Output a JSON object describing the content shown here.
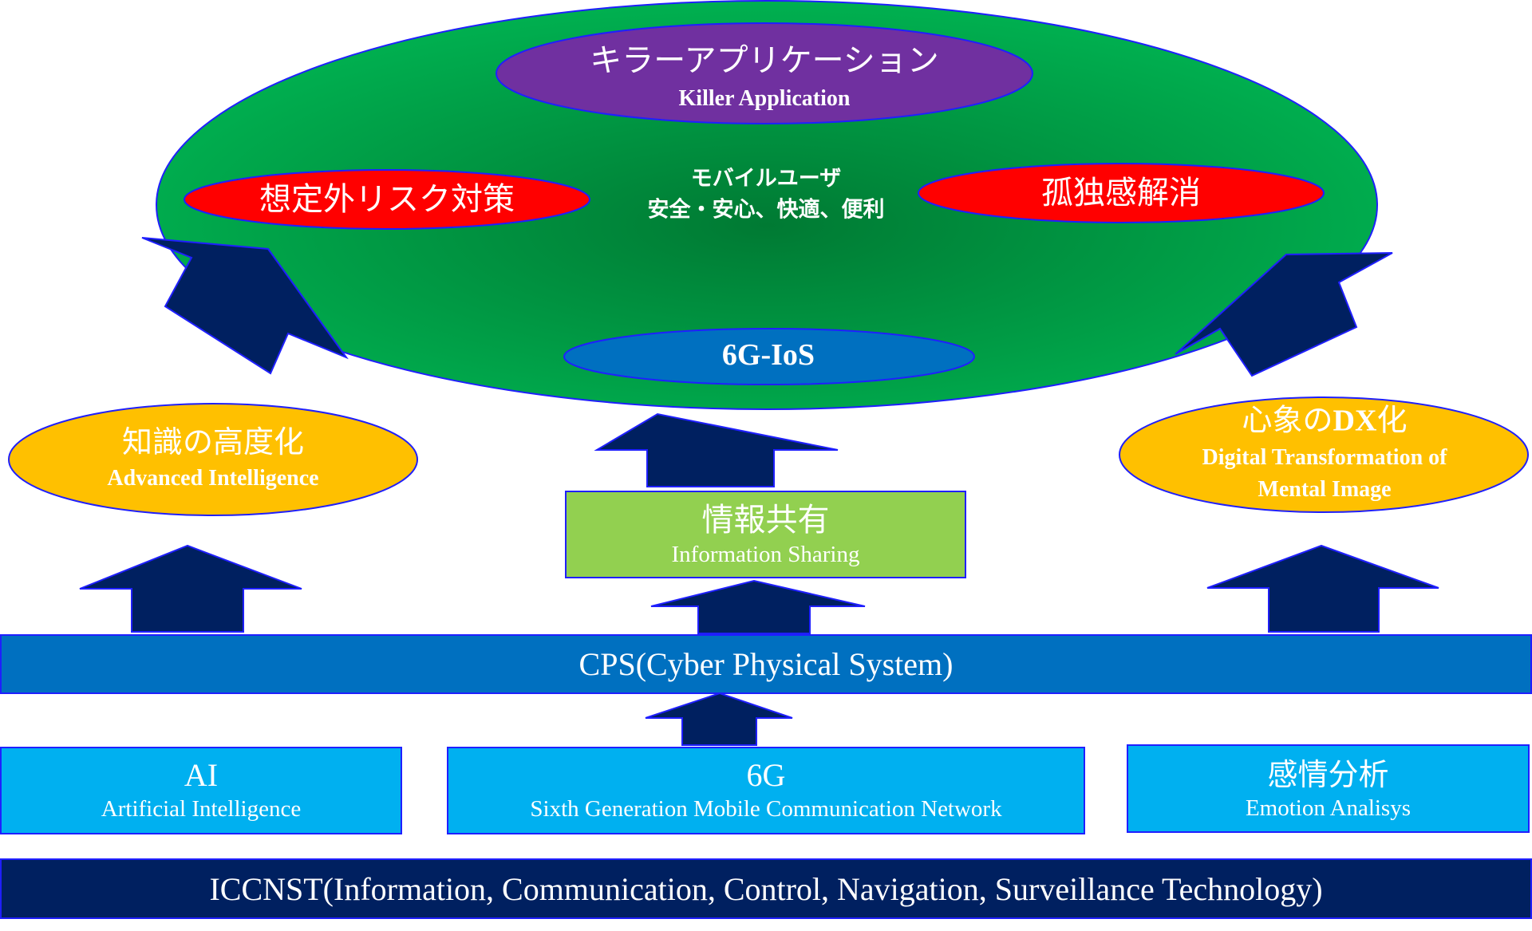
{
  "colors": {
    "outline": "#1f1fff",
    "arrow": "#002060",
    "green_light": "#00b050",
    "green_dark": "#007a33",
    "purple": "#7030a0",
    "red": "#ff0000",
    "ios_blue": "#0070c0",
    "orange": "#ffc000",
    "info_green": "#92d050",
    "cps_blue": "#0070c0",
    "tech_blue": "#00b0f0",
    "base_navy": "#002060"
  },
  "top": {
    "killer_app": {
      "jp": "キラーアプリケーション",
      "en": "Killer Application"
    },
    "mobile_user": {
      "line1": "モバイルユーザ",
      "line2": "安全・安心、快適、便利"
    },
    "risk": "想定外リスク対策",
    "loneliness": "孤独感解消",
    "ios": "6G-IoS"
  },
  "middle": {
    "advanced_intelligence": {
      "jp": "知識の高度化",
      "en": "Advanced Intelligence"
    },
    "dx": {
      "jp_prefix": "心象の",
      "jp_bold": "DX",
      "jp_suffix": "化",
      "en_line1": "Digital Transformation of",
      "en_line2": "Mental Image"
    },
    "info_sharing": {
      "jp": "情報共有",
      "en": "Information Sharing"
    }
  },
  "cps": "CPS(Cyber Physical System)",
  "technologies": [
    {
      "title": "AI",
      "subtitle": "Artificial Intelligence"
    },
    {
      "title": "6G",
      "subtitle": "Sixth Generation Mobile Communication Network"
    },
    {
      "title": "感情分析",
      "subtitle": "Emotion Analisys"
    }
  ],
  "base": "ICCNST(Information, Communication, Control, Navigation, Surveillance Technology)"
}
